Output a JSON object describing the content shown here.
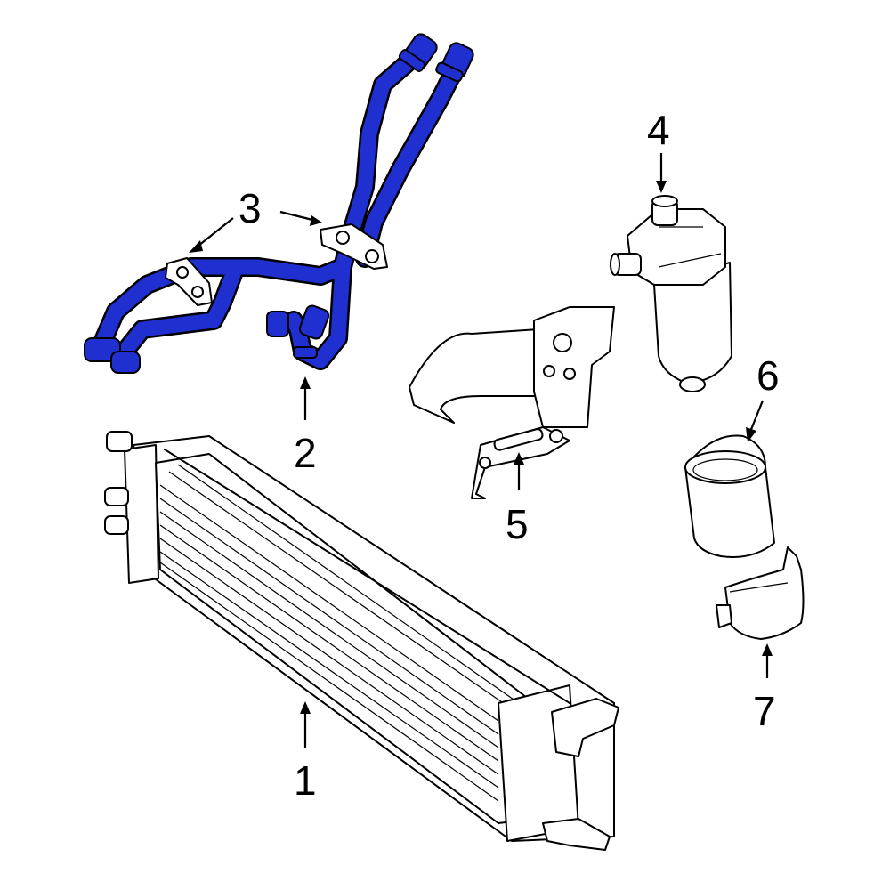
{
  "callouts": {
    "c1": "1",
    "c2": "2",
    "c3": "3",
    "c4": "4",
    "c5": "5",
    "c6": "6",
    "c7": "7"
  },
  "colors": {
    "highlight": "#1f2fd0",
    "outline": "#000000",
    "background": "#ffffff"
  }
}
